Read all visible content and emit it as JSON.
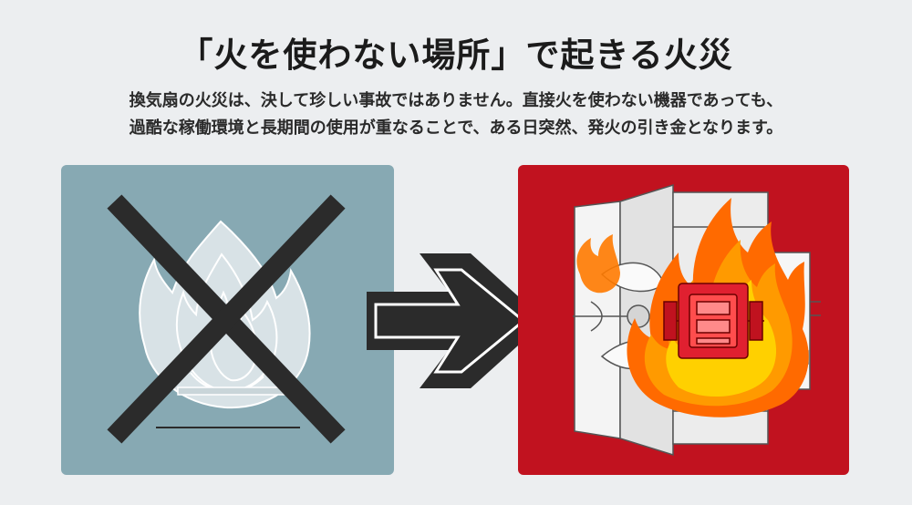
{
  "header": {
    "title": "「火を使わない場所」で起きる火災",
    "description_line1": "換気扇の火災は、決して珍しい事故ではありません。直接火を使わない機器であっても、",
    "description_line2": "過酷な稼働環境と長期間の使用が重なることで、ある日突然、発火の引き金となります。"
  },
  "colors": {
    "background": "#eceef0",
    "left_panel": "#87a9b3",
    "right_panel": "#c1121f",
    "cross": "#2b2b2b",
    "arrow": "#2b2b2b",
    "flame_outer": "#ff7a00",
    "flame_inner": "#ffd500"
  },
  "icons": {
    "left_panel": [
      "flame-outline-icon",
      "cross-mark-icon"
    ],
    "center": "right-arrow-icon",
    "right_panel": [
      "ventilation-fan-icon",
      "fire-icon",
      "motor-icon"
    ]
  }
}
